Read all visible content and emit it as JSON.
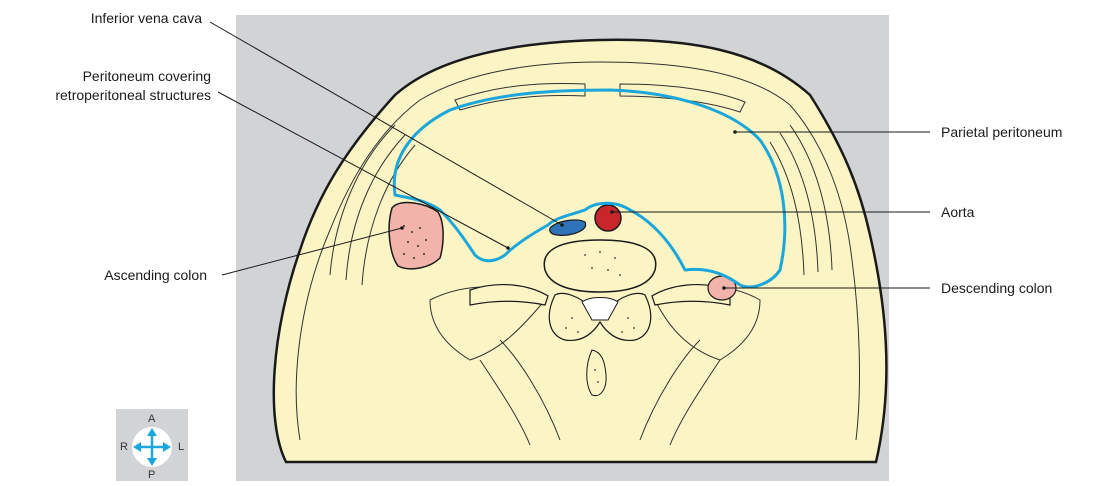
{
  "labels": {
    "ivc": "Inferior vena cava",
    "peritoneum_covering_1": "Peritoneum covering",
    "peritoneum_covering_2": "retroperitoneal structures",
    "ascending_colon": "Ascending colon",
    "parietal_peritoneum": "Parietal peritoneum",
    "aorta": "Aorta",
    "descending_colon": "Descending colon"
  },
  "compass": {
    "anterior": "A",
    "posterior": "P",
    "right": "R",
    "left": "L"
  },
  "colors": {
    "background_panel": "#d2d3d5",
    "body_fill": "#fbf4c4",
    "peritoneum_line": "#1ca7dc",
    "colon_fill": "#f1b3aa",
    "aorta_fill": "#c8262b",
    "ivc_fill": "#2f74b9"
  }
}
